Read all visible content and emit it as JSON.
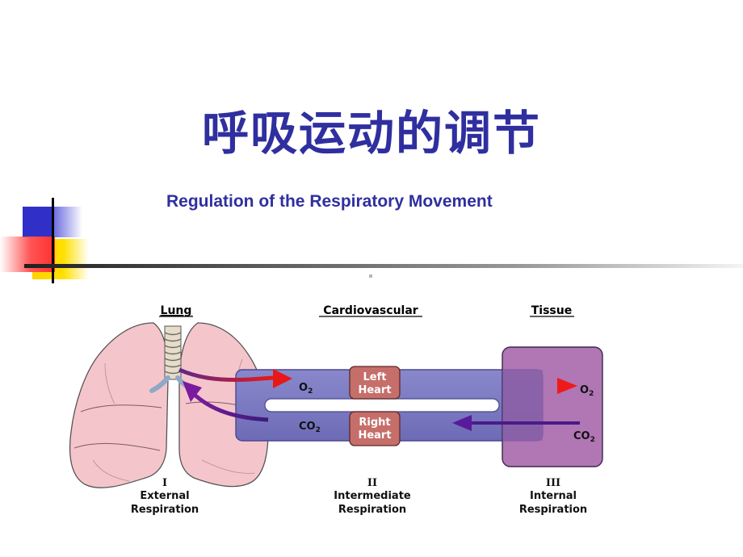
{
  "slide": {
    "title": "呼吸运动的调节",
    "subtitle": "Regulation of the Respiratory Movement"
  },
  "diagram": {
    "headers": {
      "lung": "Lung",
      "cardiovascular": "Cardiovascular",
      "tissue": "Tissue"
    },
    "heart": {
      "left": [
        "Left",
        "Heart"
      ],
      "right": [
        "Right",
        "Heart"
      ]
    },
    "gases": {
      "o2_lung": "O",
      "co2_lung": "CO",
      "o2_tissue": "O",
      "co2_tissue": "CO",
      "subscript": "2"
    },
    "stages": [
      {
        "numeral": "I",
        "line1": "External",
        "line2": "Respiration"
      },
      {
        "numeral": "II",
        "line1": "Intermediate",
        "line2": "Respiration"
      },
      {
        "numeral": "III",
        "line1": "Internal",
        "line2": "Respiration"
      }
    ]
  },
  "colors": {
    "title": "#2f2fa0",
    "tube": "#7a78c0",
    "tissue": "#a05aa5",
    "heart": "#c0706a",
    "lung": "#f2c4cc",
    "o2_arrow": "#e01818",
    "co2_arrow": "#6a1a9a"
  }
}
